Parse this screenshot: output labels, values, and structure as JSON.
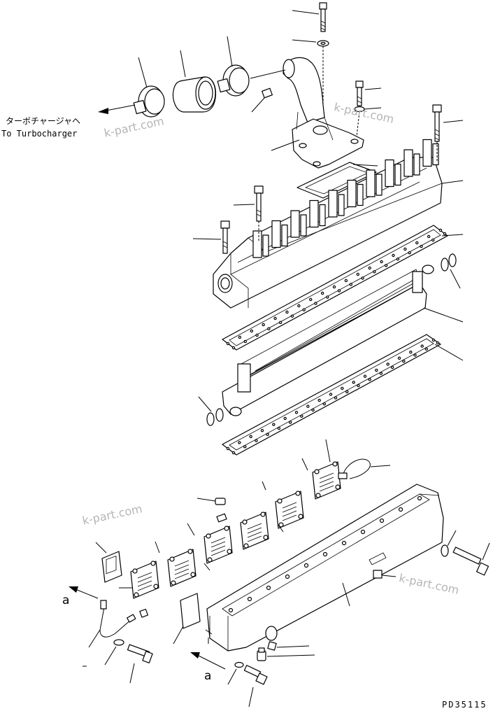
{
  "labels": {
    "jp_direction": "ターボチャージャヘ",
    "en_direction": "To Turbocharger",
    "ref_a_left": "a",
    "ref_a_right": "a",
    "figure_code": "PD35115"
  },
  "watermarks": [
    "k-part.com",
    "k-part.com",
    "k-part.com",
    "k-part.com"
  ],
  "colors": {
    "line": "#000000",
    "watermark": "#b5b5b5",
    "background": "#ffffff"
  }
}
